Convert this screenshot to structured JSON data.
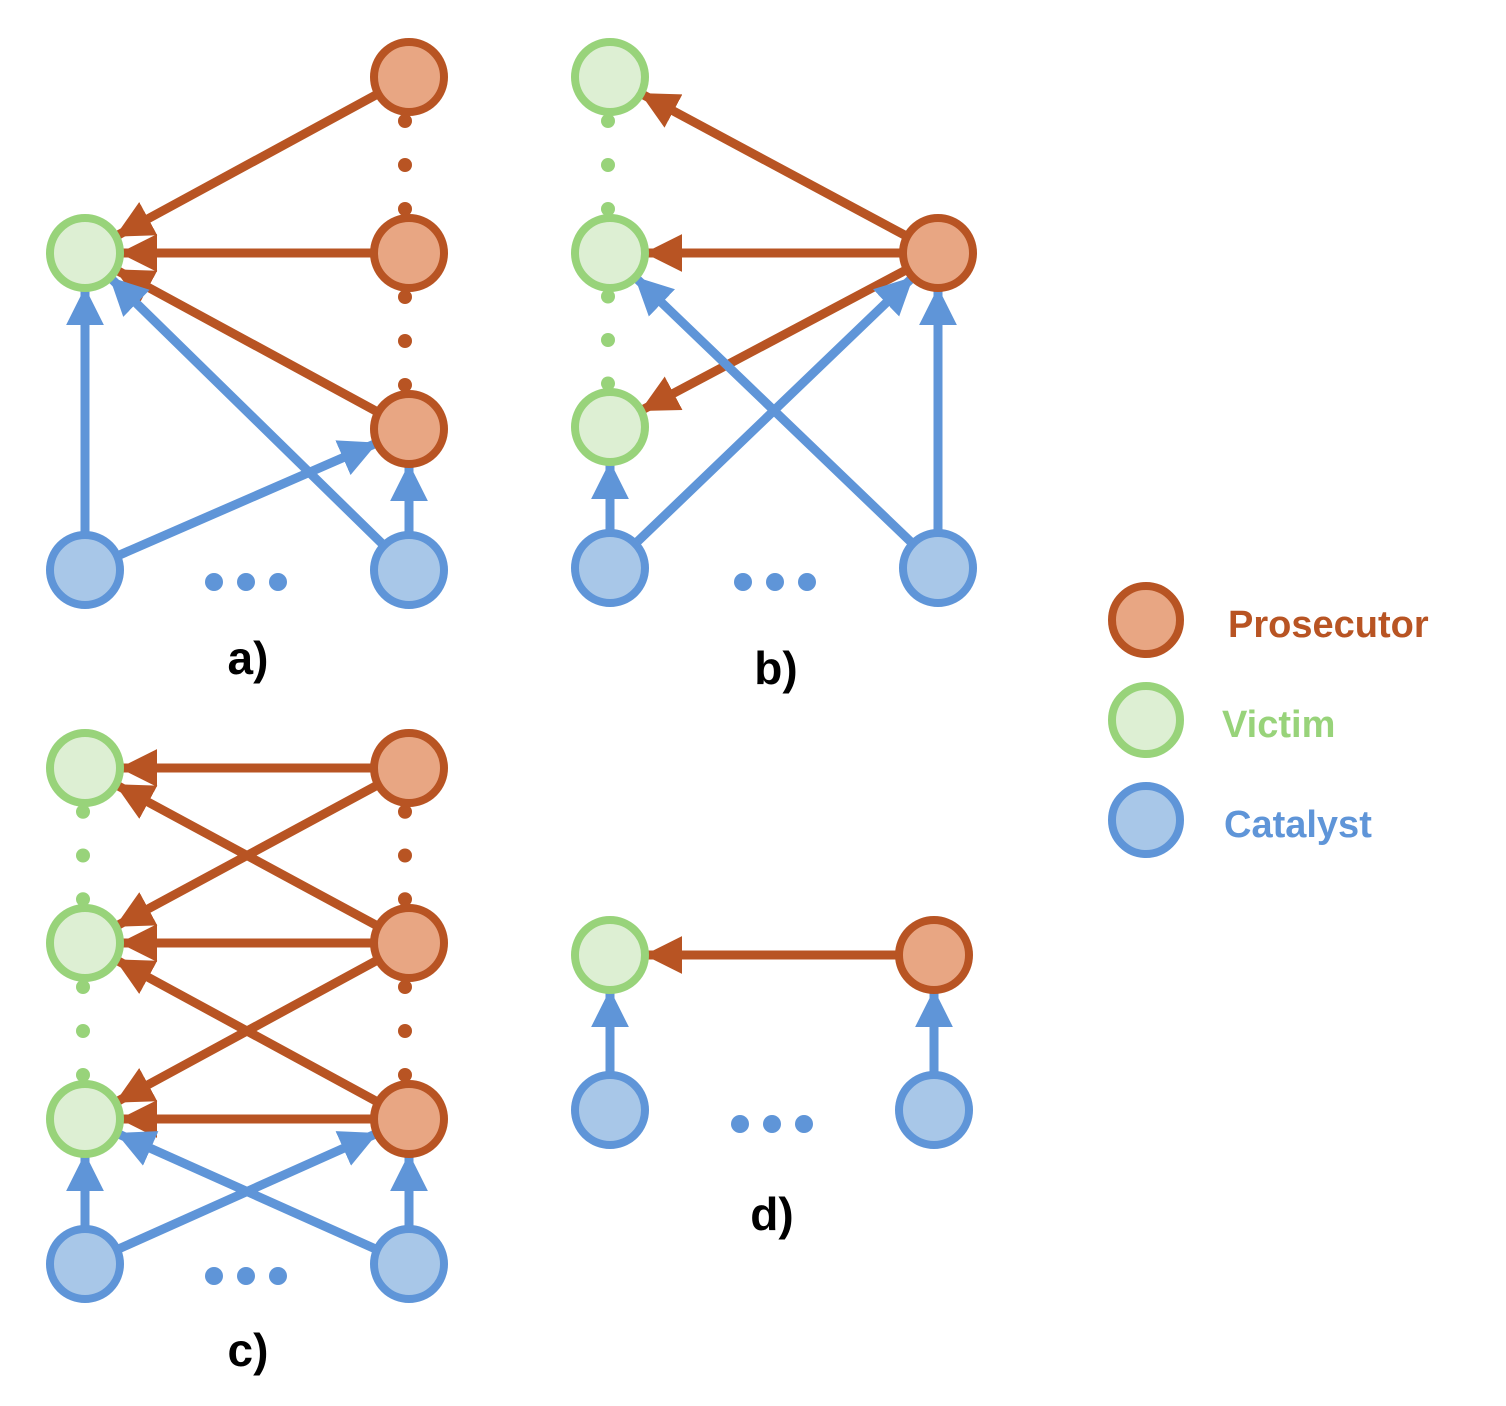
{
  "colors": {
    "prosecutor_stroke": "#B85423",
    "prosecutor_fill": "#E8A683",
    "victim_stroke": "#98D37A",
    "victim_fill": "#DDEFD3",
    "catalyst_stroke": "#5F95D8",
    "catalyst_fill": "#A8C7E8",
    "prosecutor_edge": "#B85423",
    "catalyst_edge": "#5F95D8"
  },
  "panels": [
    {
      "id": "a",
      "label": "a)"
    },
    {
      "id": "b",
      "label": "b)"
    },
    {
      "id": "c",
      "label": "c)"
    },
    {
      "id": "d",
      "label": "d)"
    }
  ],
  "legend": [
    {
      "role": "prosecutor",
      "label": "Prosecutor"
    },
    {
      "role": "victim",
      "label": "Victim"
    },
    {
      "role": "catalyst",
      "label": "Catalyst"
    }
  ]
}
